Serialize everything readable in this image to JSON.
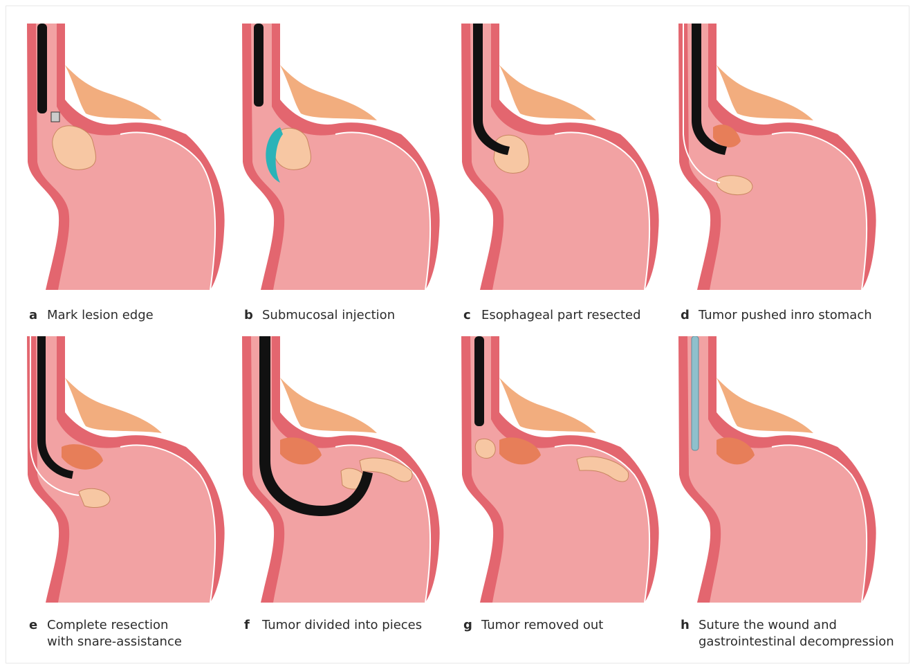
{
  "panels": [
    {
      "letter": "a",
      "label": "Mark lesion edge",
      "label2": ""
    },
    {
      "letter": "b",
      "label": "Submucosal injection",
      "label2": ""
    },
    {
      "letter": "c",
      "label": "Esophageal part resected",
      "label2": ""
    },
    {
      "letter": "d",
      "label": "Tumor pushed inro stomach",
      "label2": ""
    },
    {
      "letter": "e",
      "label": "Complete resection",
      "label2": "with snare-assistance"
    },
    {
      "letter": "f",
      "label": "Tumor divided into pieces",
      "label2": ""
    },
    {
      "letter": "g",
      "label": "Tumor removed out",
      "label2": ""
    },
    {
      "letter": "h",
      "label": "Suture the wound and",
      "label2": "gastrointestinal decompression"
    }
  ],
  "colors": {
    "stomach_wall": "#e3666f",
    "stomach_inner": "#ef8c8f",
    "lumen": "#f2a2a3",
    "fat": "#f2ad7e",
    "tumor": "#f7c7a3",
    "resected_bed": "#e77e59",
    "endoscope": "#111111",
    "injection": "#2bb3b8",
    "suture_tube": "#8fc0cc"
  }
}
